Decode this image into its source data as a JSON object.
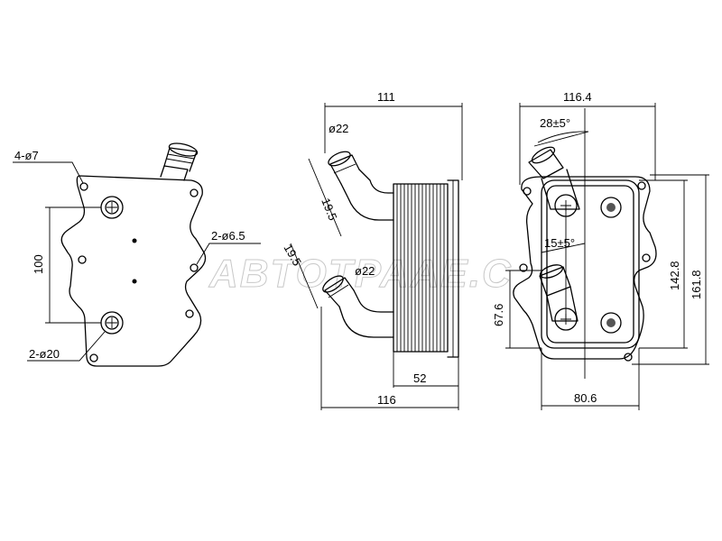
{
  "watermark": "ABTOTPAAE.C",
  "left_view": {
    "label_holes_small": "4-ø7",
    "label_holes_mid": "2-ø6.5",
    "label_holes_large": "2-ø20",
    "dim_vertical": "100"
  },
  "middle_view": {
    "dim_top": "111",
    "dim_pipe_top": "ø22",
    "dim_pipe_bottom": "ø22",
    "dim_angle_top": "19.5",
    "dim_angle_bottom": "19.5",
    "dim_base": "52",
    "dim_total": "116"
  },
  "right_view": {
    "dim_top": "116.4",
    "angle_top": "28±5°",
    "angle_mid": "15±5°",
    "dim_height_inner": "142.8",
    "dim_height_total": "161.8",
    "dim_offset": "67.6",
    "dim_width": "80.6"
  }
}
